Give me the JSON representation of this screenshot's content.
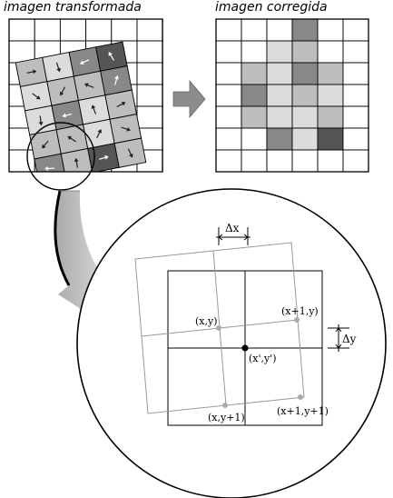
{
  "titles": {
    "left": "imagen transformada",
    "right": "imagen corregida"
  },
  "labels": {
    "p00": "(x,y)",
    "p10": "(x+1,y)",
    "p01": "(x,y+1)",
    "p11": "(x+1,y+1)",
    "target": "(x',y')",
    "dx": "Δx",
    "dy": "Δy"
  },
  "colors": {
    "dark": "#555555",
    "medium": "#888888",
    "light": "#bdbdbd",
    "pale": "#dcdcdc",
    "arrow": "#c8c8c8",
    "lens_grid": "#999999",
    "sample_point": "#aaaaaa"
  },
  "corrected_image": {
    "rows": 7,
    "cols": 6,
    "shades": [
      [
        0,
        0,
        0,
        3,
        0,
        0
      ],
      [
        0,
        0,
        1,
        2,
        0,
        0
      ],
      [
        0,
        2,
        1,
        3,
        2,
        0
      ],
      [
        0,
        3,
        1,
        2,
        1,
        0
      ],
      [
        0,
        2,
        1,
        1,
        2,
        0
      ],
      [
        0,
        0,
        3,
        1,
        4,
        0
      ],
      [
        0,
        0,
        0,
        0,
        0,
        0
      ]
    ]
  },
  "transformed_image": {
    "rows": 7,
    "cols": 6,
    "rotated_cells": [
      [
        2,
        1,
        3,
        4
      ],
      [
        1,
        2,
        2,
        3
      ],
      [
        1,
        3,
        1,
        2
      ],
      [
        2,
        2,
        1,
        2
      ],
      [
        3,
        2,
        4,
        2
      ]
    ]
  }
}
